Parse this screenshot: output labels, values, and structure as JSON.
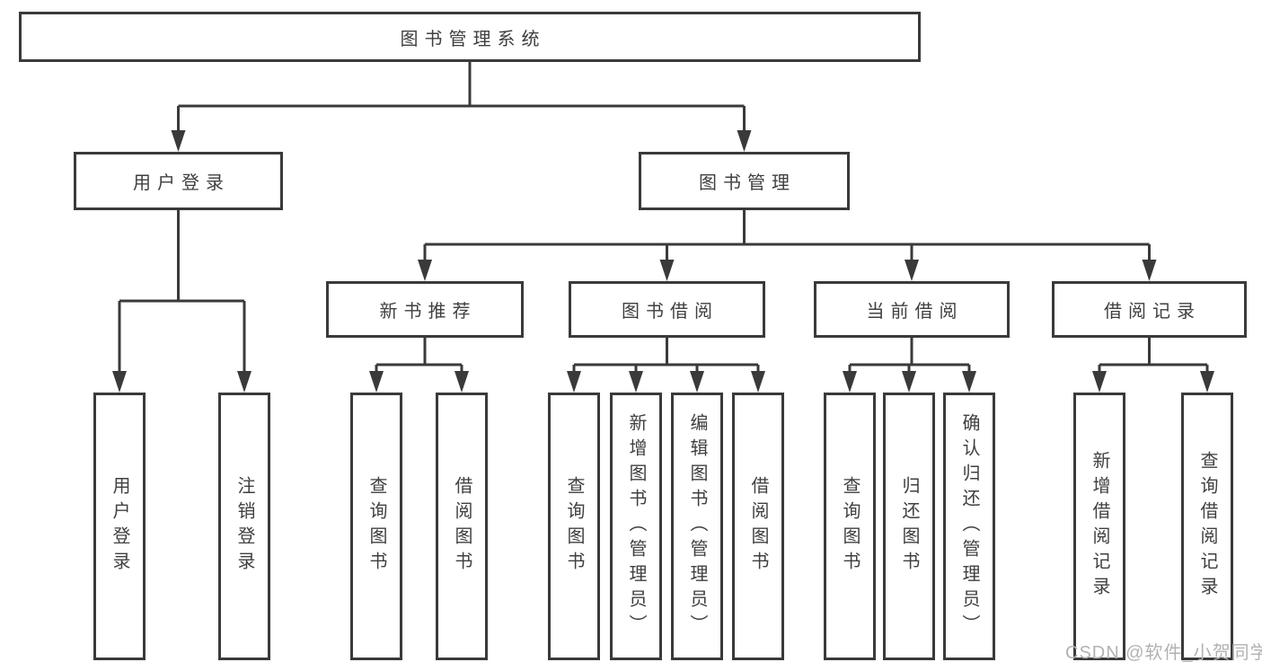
{
  "colors": {
    "line": "#3a3a3a",
    "box_border": "#3a3a3a",
    "box_background": "#ffffff",
    "text": "#3f3f3f",
    "watermark": "#b2b2b2",
    "page_background": "#ffffff"
  },
  "watermark": {
    "text": "CSDN @软件_小贺同学"
  },
  "diagram": {
    "type": "tree",
    "root": {
      "label": "图书管理系统",
      "children": [
        {
          "label": "用户登录",
          "children": [
            {
              "label": "用户登录"
            },
            {
              "label": "注销登录"
            }
          ]
        },
        {
          "label": "图书管理",
          "children": [
            {
              "label": "新书推荐",
              "children": [
                {
                  "label": "查询图书"
                },
                {
                  "label": "借阅图书"
                }
              ]
            },
            {
              "label": "图书借阅",
              "children": [
                {
                  "label": "查询图书"
                },
                {
                  "label": "新增图书（管理员）"
                },
                {
                  "label": "编辑图书（管理员）"
                },
                {
                  "label": "借阅图书"
                }
              ]
            },
            {
              "label": "当前借阅",
              "children": [
                {
                  "label": "查询图书"
                },
                {
                  "label": "归还图书"
                },
                {
                  "label": "确认归还（管理员）"
                }
              ]
            },
            {
              "label": "借阅记录",
              "children": [
                {
                  "label": "新增借阅记录"
                },
                {
                  "label": "查询借阅记录"
                }
              ]
            }
          ]
        }
      ]
    }
  }
}
